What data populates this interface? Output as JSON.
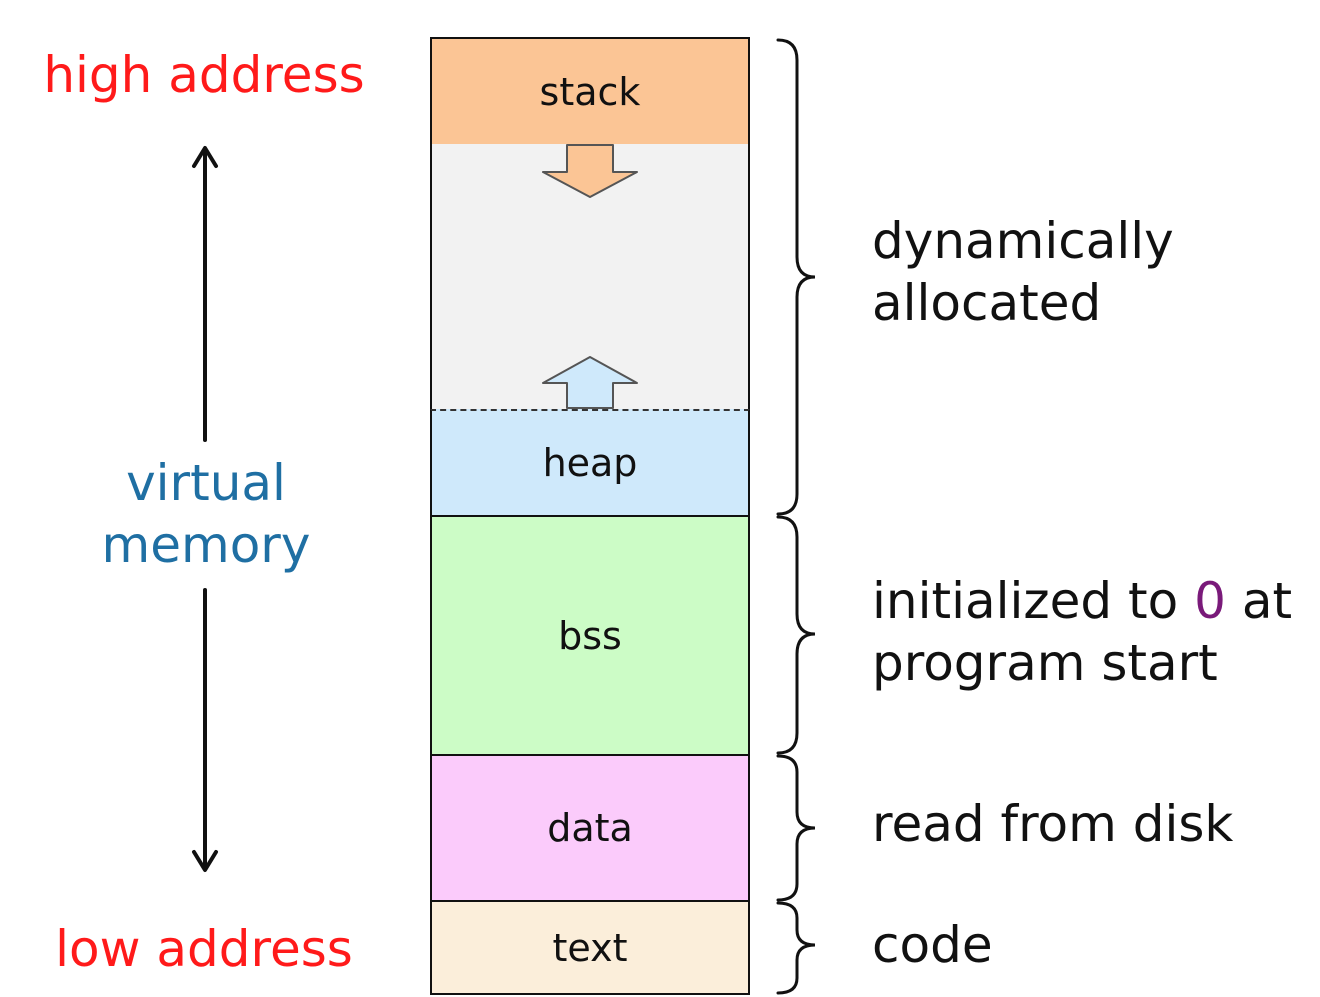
{
  "labels": {
    "high_address": "high address",
    "low_address": "low address",
    "virtual_memory_line1": "virtual",
    "virtual_memory_line2": "memory"
  },
  "segments": {
    "stack": "stack",
    "heap": "heap",
    "bss": "bss",
    "data": "data",
    "text": "text"
  },
  "descriptions": {
    "dynamic_line1": "dynamically",
    "dynamic_line2": "allocated",
    "init_prefix": "initialized to ",
    "init_zero": "0",
    "init_suffix": " at",
    "init_line2": "program start",
    "read_from_disk": "read from disk",
    "code": "code"
  },
  "colors": {
    "address_label": "#ff1a1a",
    "virtual_memory_label": "#1f6fa3",
    "stack": "#fbc595",
    "free_space": "#f2f2f2",
    "heap": "#cfe9fb",
    "bss": "#ccfcc6",
    "data": "#fbcbfb",
    "text": "#fbeeda",
    "zero_highlight": "#7a1a7a"
  }
}
